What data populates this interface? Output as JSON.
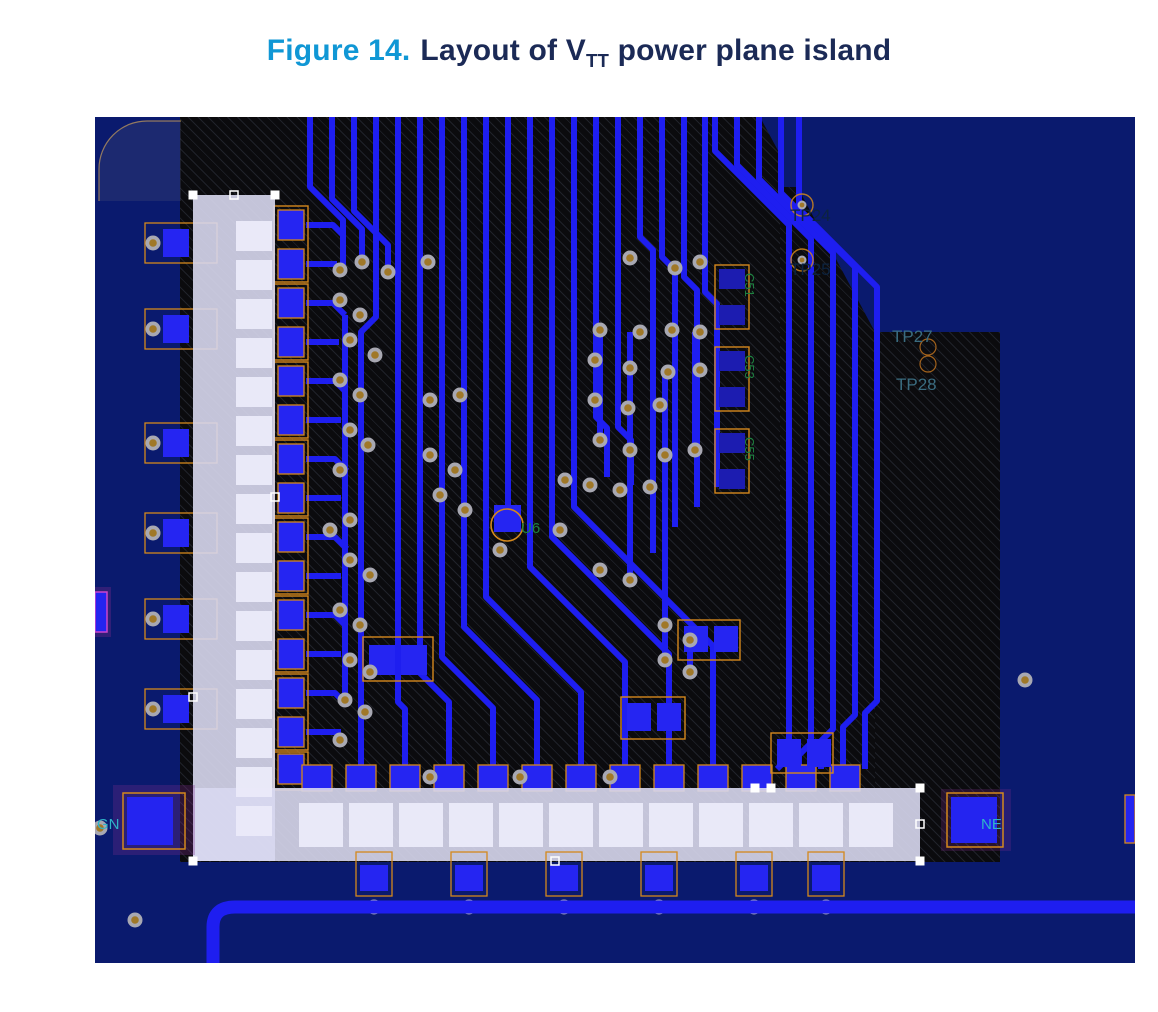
{
  "figure": {
    "label": "Figure 14.",
    "title_prefix": "Layout of V",
    "title_subscript": "TT",
    "title_suffix": " power plane island"
  },
  "board": {
    "labels": {
      "tp24": "TP24",
      "tp25": "TP25",
      "tp27": "TP27",
      "tp28": "TP28",
      "u6": "U6",
      "c51": "C51",
      "c53": "C53",
      "c55": "C55",
      "gnd_left": "GN",
      "net_right": "NE"
    },
    "colors": {
      "board_navy": "#0a1a6e",
      "board_black": "#0b0b0e",
      "trace_blue": "#1e1ef0",
      "pad_blue": "#2525f2",
      "silk_orange": "#d4881c",
      "plane_lavender": "#d8d8f0",
      "plane_pad_light": "#ecebfa",
      "via_ring": "#a8a8b2",
      "via_center": "#a07828",
      "label_green": "#1e8040",
      "label_dark_teal": "#0c2340",
      "label_teal": "#3a6c80",
      "label_cyan": "#2fb4c8",
      "figure_label_blue": "#1097d5",
      "figure_title_navy": "#1b2a56"
    }
  }
}
